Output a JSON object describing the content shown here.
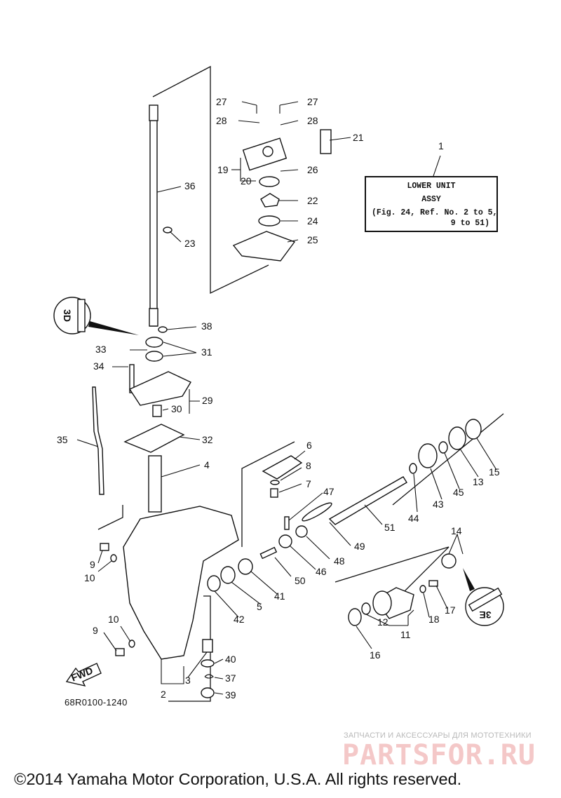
{
  "diagram": {
    "code": "68R0100-1240",
    "reference_box": {
      "callout": "1",
      "lines": [
        "LOWER UNIT",
        "ASSY",
        "(Fig. 24, Ref. No. 2 to 5,",
        "9 to 51)"
      ]
    },
    "callouts": [
      "27",
      "27",
      "28",
      "28",
      "21",
      "19",
      "26",
      "20",
      "22",
      "24",
      "25",
      "36",
      "23",
      "38",
      "33",
      "31",
      "34",
      "29",
      "30",
      "32",
      "35",
      "4",
      "6",
      "8",
      "7",
      "47",
      "15",
      "13",
      "45",
      "43",
      "44",
      "51",
      "49",
      "48",
      "46",
      "14",
      "9",
      "10",
      "50",
      "41",
      "5",
      "42",
      "17",
      "18",
      "12",
      "11",
      "16",
      "10",
      "9",
      "40",
      "37",
      "39",
      "3",
      "2"
    ],
    "badges": [
      "3D",
      "3E"
    ],
    "direction_label": "FWD"
  },
  "watermark": {
    "tagline": "ЗАПЧАСТИ И АКСЕССУАРЫ ДЛЯ МОТОТЕХНИКИ",
    "brand": "PARTSFOR.RU"
  },
  "copyright": "©2014 Yamaha Motor Corporation, U.S.A. All rights reserved."
}
